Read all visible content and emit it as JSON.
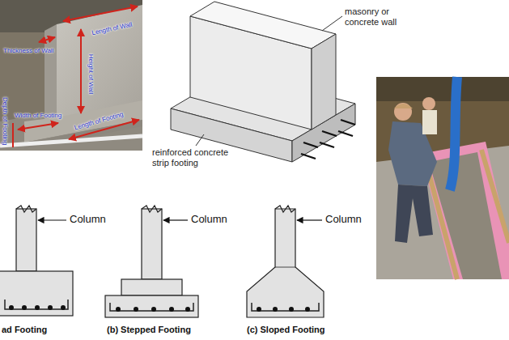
{
  "diagram": {
    "labels": [
      "Thickness of Wall",
      "Height of Wall",
      "Length of Wall",
      "Width of Footing",
      "Length of Footing",
      "Depth of Footing",
      "masonry or concrete wall",
      "reinforced concrete strip footing",
      "Column",
      "Column",
      "Column",
      "ad Footing",
      "(b) Stepped Footing",
      "(c) Sloped Footing"
    ]
  }
}
